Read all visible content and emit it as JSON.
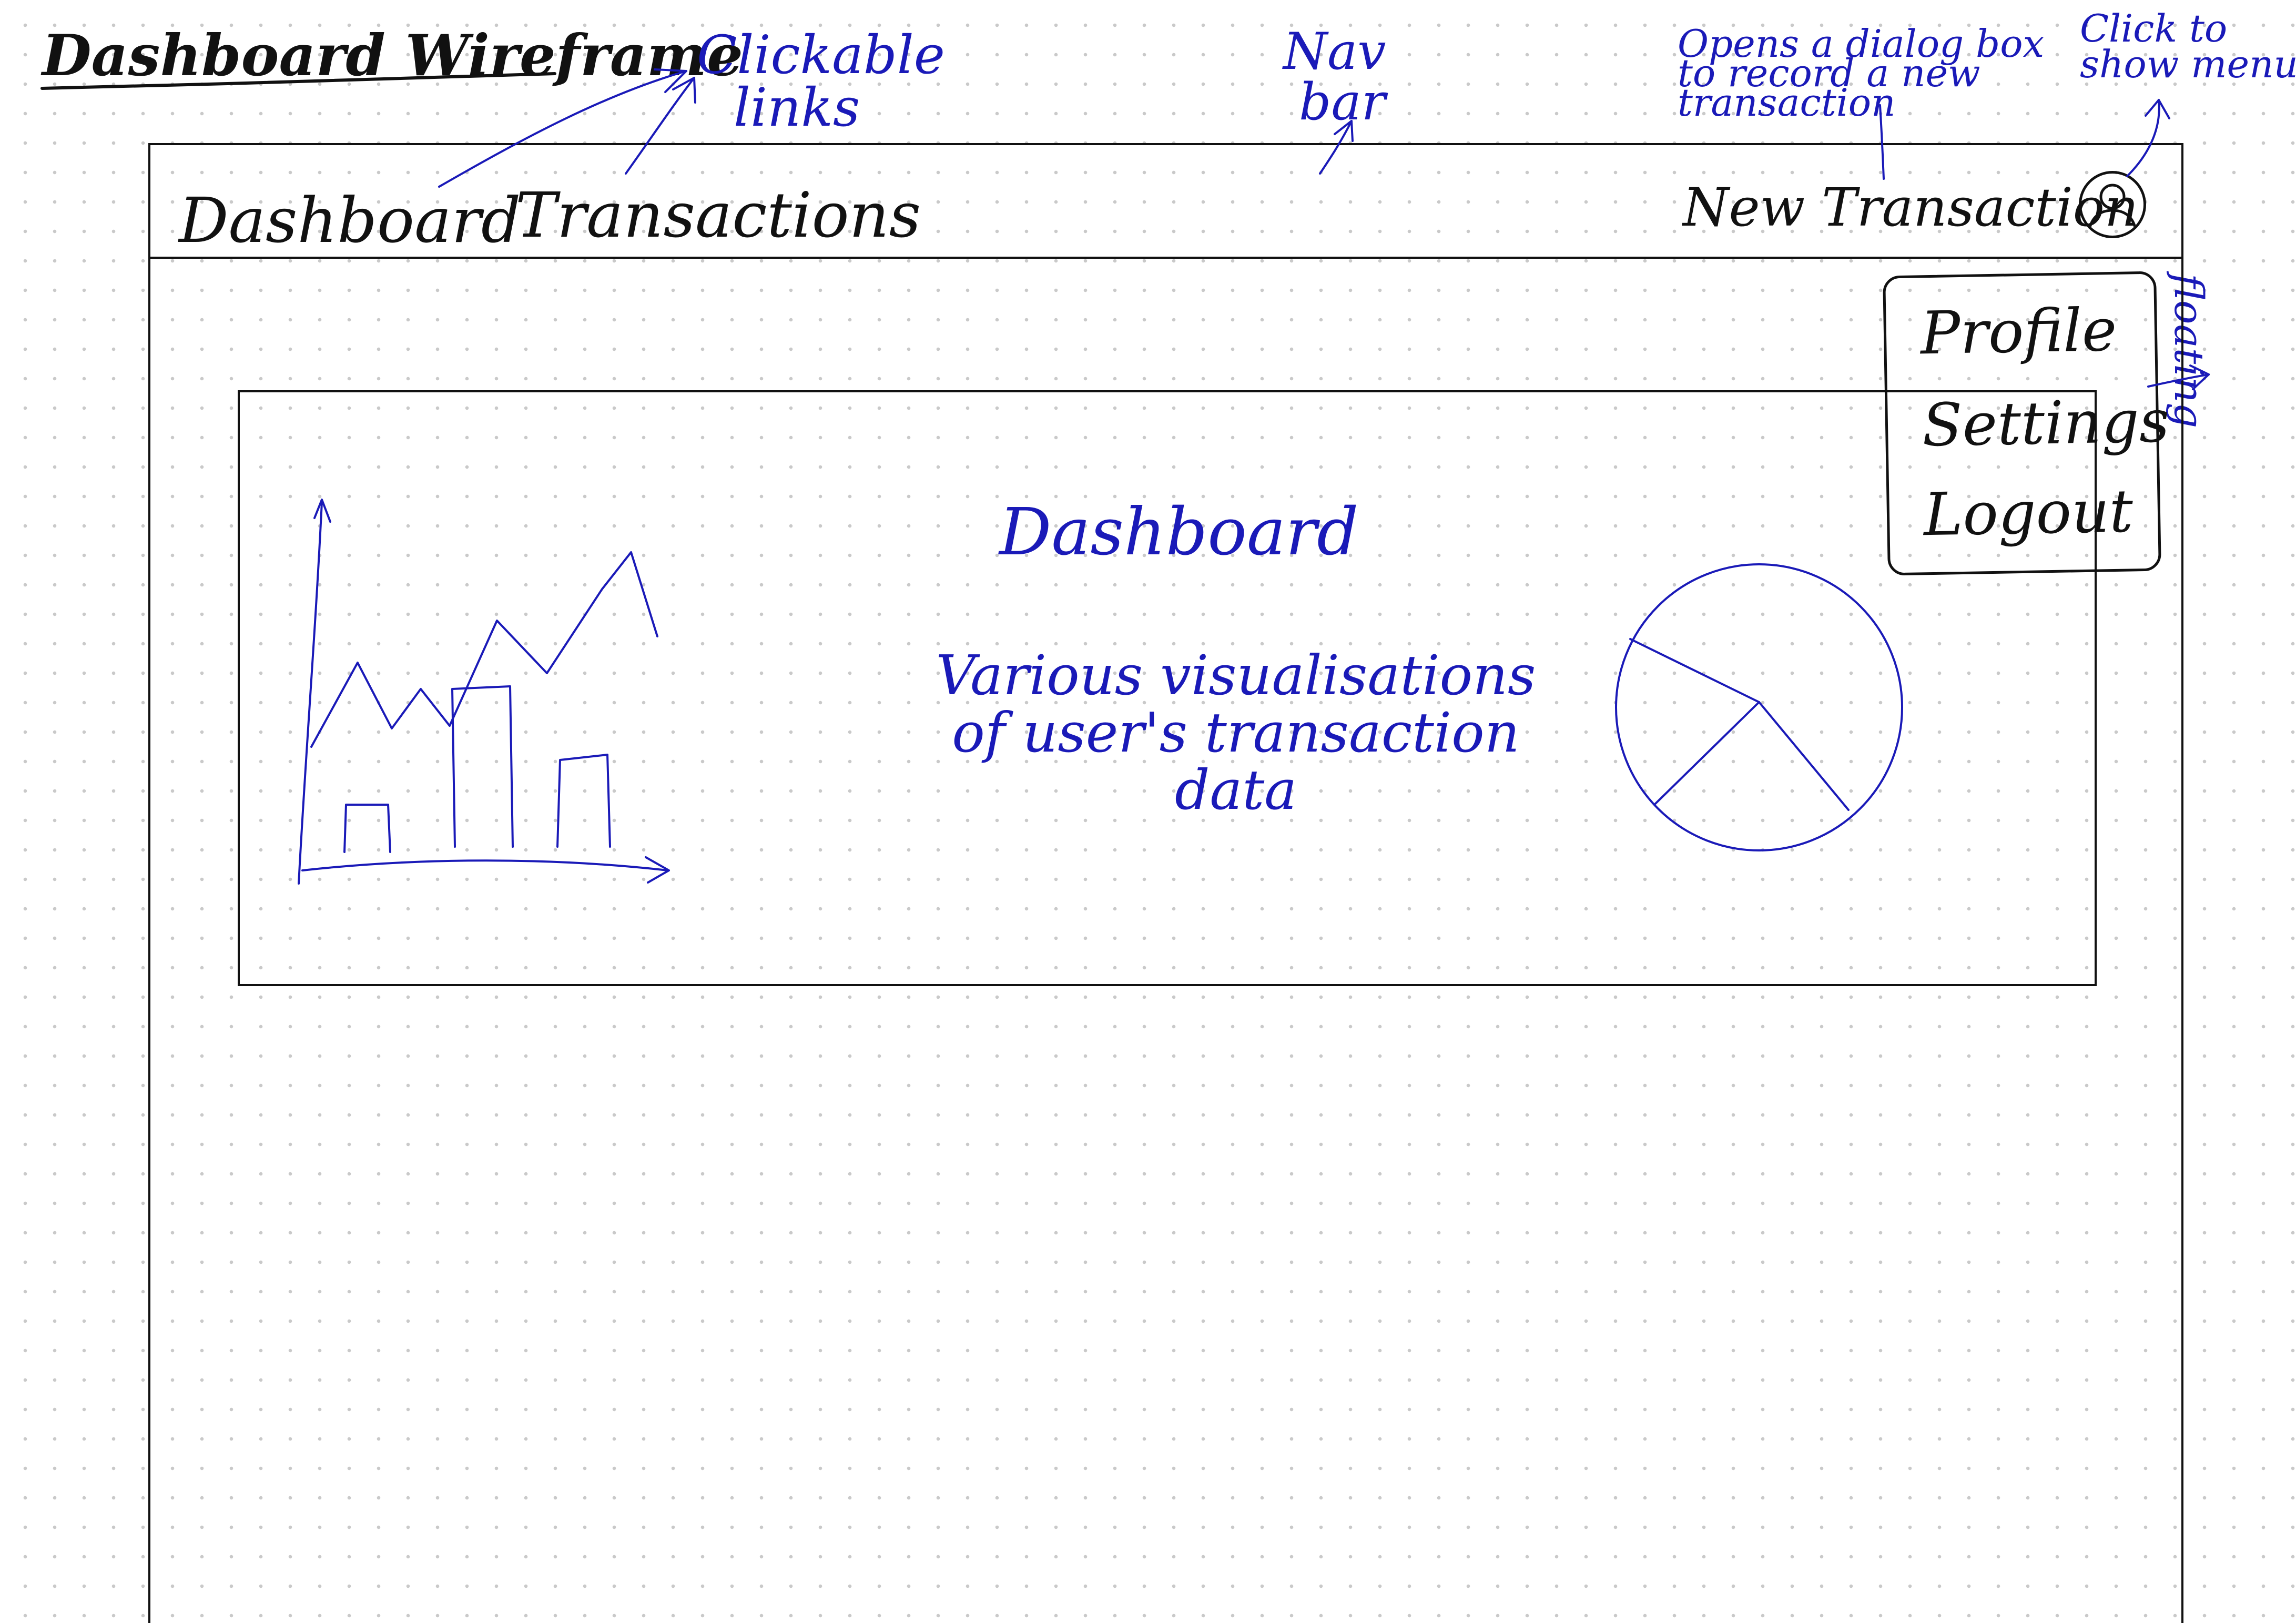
{
  "title": "Dashboard Wireframe",
  "annotations": {
    "clickable_links": [
      "Clickable",
      "links"
    ],
    "nav_bar": [
      "Nav",
      "bar"
    ],
    "new_transaction_note": [
      "Opens a dialog box",
      "to record a new",
      "transaction"
    ],
    "menu_note": [
      "Click to",
      "show menu"
    ],
    "floating": "floating"
  },
  "navbar": {
    "dashboard_link": "Dashboard",
    "transactions_link": "Transactions",
    "new_transaction_button": "New Transaction",
    "avatar_icon": "user-avatar-icon"
  },
  "user_menu": {
    "items": [
      "Profile",
      "Settings",
      "Logout"
    ]
  },
  "dashboard_panel": {
    "title": "Dashboard",
    "description": [
      "Various visualisations",
      "of user's transaction",
      "data"
    ]
  },
  "colors": {
    "sketch_ink": "#111111",
    "annotation_ink": "#1a1ab8"
  },
  "icons": {
    "line_bar_chart": "chart-sketch-icon",
    "pie_chart": "pie-chart-sketch-icon",
    "avatar": "user-avatar-icon"
  }
}
